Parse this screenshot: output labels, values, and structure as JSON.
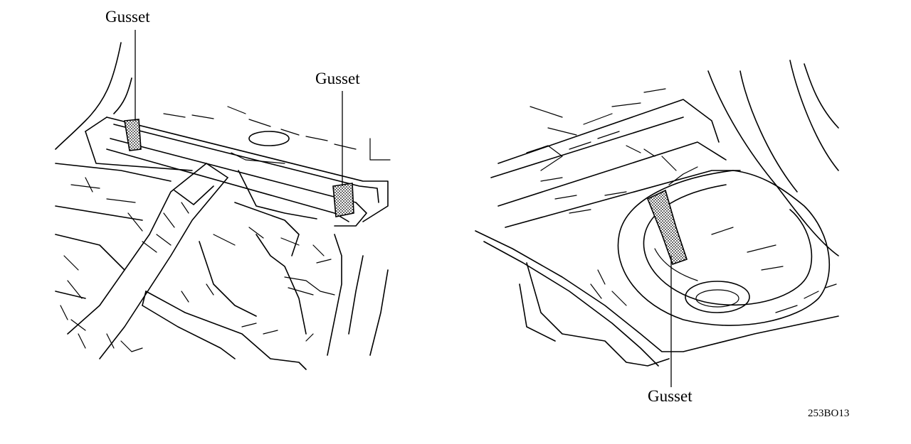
{
  "labels": {
    "gusset_top_left": "Gusset",
    "gusset_top_center": "Gusset",
    "gusset_bottom_right": "Gusset",
    "figure_code": "253BO13"
  },
  "colors": {
    "line": "#000000",
    "background": "#ffffff",
    "gusset_fill": "#6e6e6e"
  }
}
